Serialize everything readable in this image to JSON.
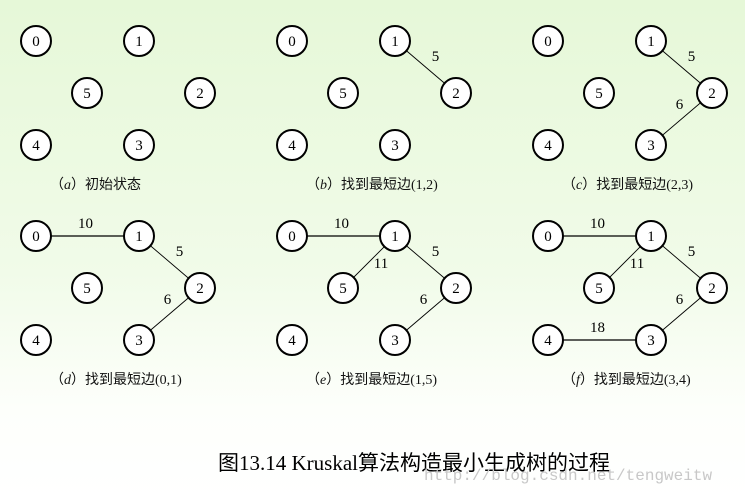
{
  "panels": [
    {
      "caption_letter": "a",
      "caption_text": "初始状态",
      "edges": []
    },
    {
      "caption_letter": "b",
      "caption_text": "找到最短边(1,2)",
      "edges": [
        [
          1,
          2,
          "5"
        ]
      ]
    },
    {
      "caption_letter": "c",
      "caption_text": "找到最短边(2,3)",
      "edges": [
        [
          1,
          2,
          "5"
        ],
        [
          2,
          3,
          "6"
        ]
      ]
    },
    {
      "caption_letter": "d",
      "caption_text": "找到最短边(0,1)",
      "edges": [
        [
          0,
          1,
          "10"
        ],
        [
          1,
          2,
          "5"
        ],
        [
          2,
          3,
          "6"
        ]
      ]
    },
    {
      "caption_letter": "e",
      "caption_text": "找到最短边(1,5)",
      "edges": [
        [
          0,
          1,
          "10"
        ],
        [
          1,
          2,
          "5"
        ],
        [
          1,
          5,
          "11"
        ],
        [
          2,
          3,
          "6"
        ]
      ]
    },
    {
      "caption_letter": "f",
      "caption_text": "找到最短边(3,4)",
      "edges": [
        [
          0,
          1,
          "10"
        ],
        [
          1,
          2,
          "5"
        ],
        [
          1,
          5,
          "11"
        ],
        [
          2,
          3,
          "6"
        ],
        [
          4,
          3,
          "18"
        ]
      ]
    }
  ],
  "nodes": [
    "0",
    "1",
    "2",
    "3",
    "4",
    "5"
  ],
  "title": "图13.14  Kruskal算法构造最小生成树的过程",
  "watermark": "http://blog.csdn.net/tengweitw"
}
